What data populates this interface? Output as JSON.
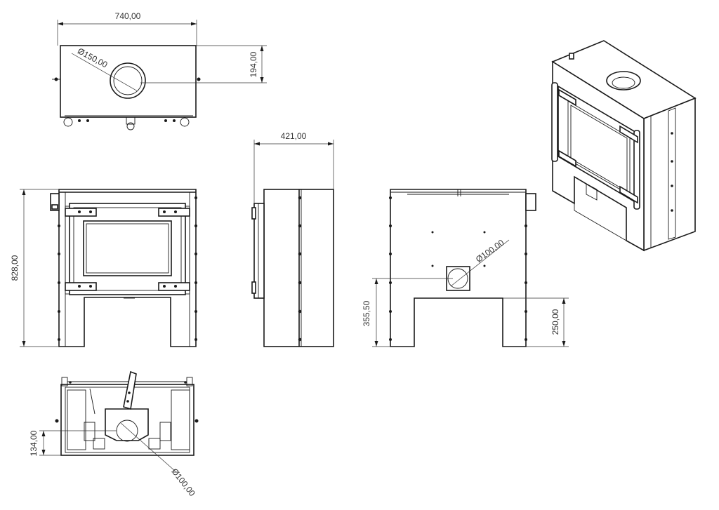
{
  "dimensions": {
    "width": "740,00",
    "flue_top": "Ø150,00",
    "depth_top": "194,00",
    "depth_side": "421,00",
    "height": "828,00",
    "rear_flue": "Ø100,00",
    "rear_flue_height": "355,50",
    "leg_height": "250,00",
    "bottom_offset": "134,00",
    "bottom_flue": "Ø100,00"
  }
}
